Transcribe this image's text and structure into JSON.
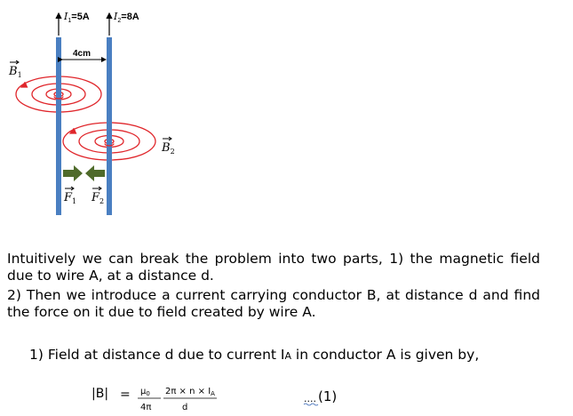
{
  "diagram": {
    "i1_label": "I",
    "i1_sub": "1",
    "i1_value": "=5A",
    "i2_label": "I",
    "i2_sub": "2",
    "i2_value": "=8A",
    "distance_label": "4cm",
    "b1_label": "B",
    "b1_sub": "1",
    "b2_label": "B",
    "b2_sub": "2",
    "f1_label": "F",
    "f1_sub": "1",
    "f2_label": "F",
    "f2_sub": "2",
    "colors": {
      "wire": "#4a7fc1",
      "field_lines": "#e0262b",
      "force_arrow": "#4f6b2a"
    }
  },
  "text": {
    "para1": "Intuitively we can break the problem into two parts, 1) the magnetic field due to wire A, at a distance d.",
    "para2": "2) Then we introduce a current carrying conductor B, at distance d and find the force on it due to field created by wire A.",
    "item1_num": "1)",
    "item1_text": "Field at distance d due to current I",
    "item1_sub": "A",
    "item1_rest": " in conductor A is given by,"
  },
  "equation": {
    "lhs": "|B|",
    "equals": "=",
    "frac1_num": "μ",
    "frac1_num_sub": "0",
    "frac1_den": "4π",
    "frac2_num": "2π × n × I",
    "frac2_num_sub": "A",
    "frac2_den": "d",
    "eq_number": "(1)",
    "eq_prefix": "...."
  }
}
